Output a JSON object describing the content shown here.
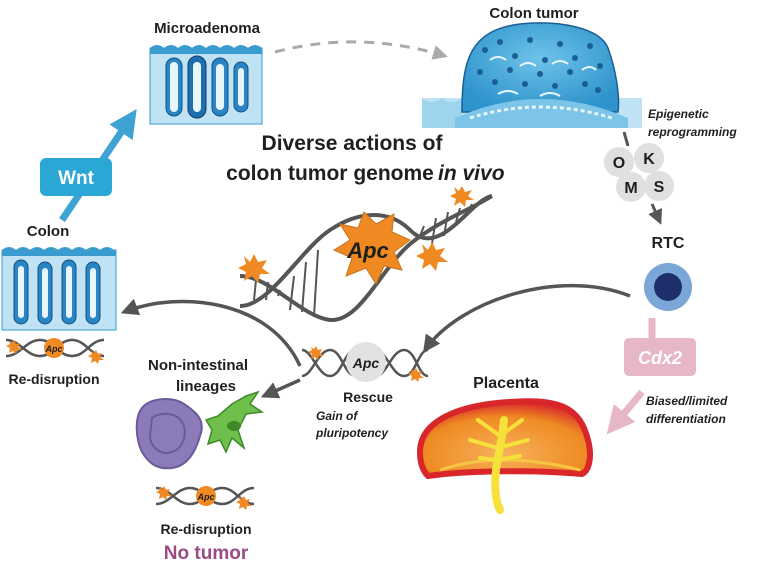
{
  "title_line1": "Diverse actions of",
  "title_line2": "colon tumor genome ",
  "title_in_vivo": "in vivo",
  "labels": {
    "microadenoma": "Microadenoma",
    "colon_tumor": "Colon tumor",
    "epigenetic_1": "Epigenetic",
    "epigenetic_2": "reprogramming",
    "osk_o": "O",
    "osk_k": "K",
    "osk_m": "M",
    "osk_s": "S",
    "rtc": "RTC",
    "wnt": "Wnt",
    "colon": "Colon",
    "apc_main": "Apc",
    "apc_small": "Apc",
    "apc_rescue": "Apc",
    "apc_bottom": "Apc",
    "re_disruption_left": "Re-disruption",
    "cdx2": "Cdx2",
    "biased_1": "Biased/limited",
    "biased_2": "differentiation",
    "placenta": "Placenta",
    "non_intestinal_1": "Non-intestinal",
    "non_intestinal_2": "lineages",
    "rescue": "Rescue",
    "gain_1": "Gain of",
    "gain_2": "pluripotency",
    "re_disruption_bottom": "Re-disruption",
    "no_tumor": "No tumor"
  },
  "colors": {
    "wnt_box": "#2aa7d4",
    "cdx2_box": "#e7b7c8",
    "arrow_grey": "#5a5a5a",
    "orange": "#ee8a1e",
    "no_tumor": "#9b4a82",
    "placenta_red": "#d8262b",
    "rtc_outer": "#7aa6d8",
    "rtc_inner": "#1e2f6b"
  }
}
